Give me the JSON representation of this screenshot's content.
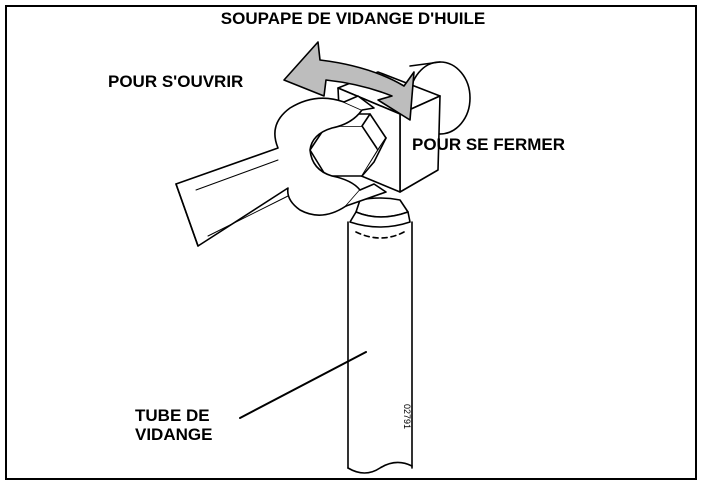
{
  "title": "SOUPAPE DE VIDANGE D'HUILE",
  "labels": {
    "open": "POUR S'OUVRIR",
    "close": "POUR SE FERMER",
    "tube_line1": "TUBE DE",
    "tube_line2": "VIDANGE"
  },
  "reference_code": "02791",
  "colors": {
    "line": "#000000",
    "arrow_fill": "#bdbdbd",
    "background": "#ffffff"
  }
}
